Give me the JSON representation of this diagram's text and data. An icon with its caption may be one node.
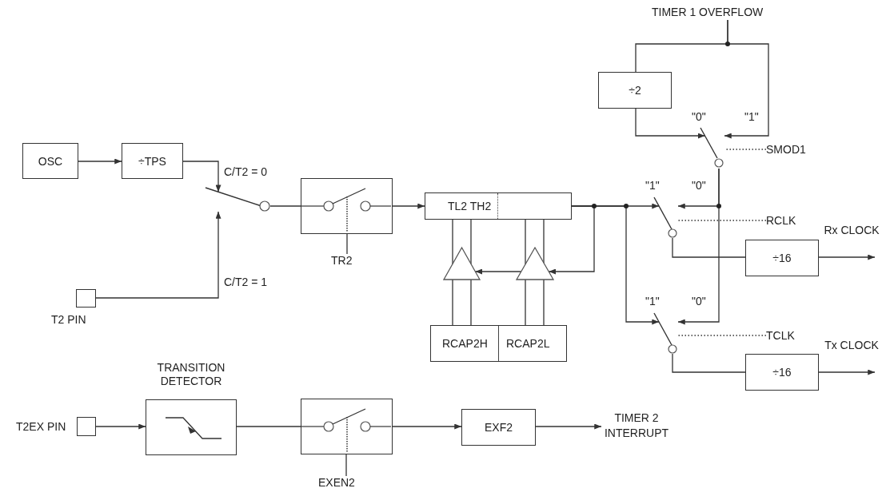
{
  "diagram": {
    "nodes": [
      {
        "text": [
          "OSC"
        ]
      },
      {
        "text": [
          "÷TPS"
        ]
      },
      {
        "text": [
          "T2 PIN"
        ]
      },
      {
        "text": [],
        "shape": "switch"
      },
      {
        "text": [],
        "shape": "box"
      },
      {
        "text": [
          "TR2"
        ]
      },
      {
        "text": [
          "TL2 TH2"
        ]
      },
      {
        "text": [],
        "shape": "triangle"
      },
      {
        "text": [],
        "shape": "triangle"
      },
      {
        "text": [
          "RCAP2H",
          "RCAP2L"
        ]
      },
      {
        "text": [
          "TIMER 1 OVERFLOW"
        ]
      },
      {
        "text": [
          "÷2"
        ]
      },
      {
        "text": [],
        "shape": "switch"
      },
      {
        "text": [
          "SMOD1"
        ]
      },
      {
        "text": [],
        "shape": "switch"
      },
      {
        "text": [
          "RCLK"
        ]
      },
      {
        "text": [],
        "shape": "switch"
      },
      {
        "text": [
          "TCLK"
        ]
      },
      {
        "text": [
          "÷16"
        ]
      },
      {
        "text": [
          "÷16"
        ]
      },
      {
        "text": [
          "T2EX PIN"
        ]
      },
      {
        "text": [
          "TRANSITION DETECTOR"
        ]
      },
      {
        "text": [],
        "shape": "box"
      },
      {
        "text": [
          "EXEN2"
        ]
      },
      {
        "text": [
          "EXF2"
        ]
      },
      {
        "text": [
          "TIMER 2 INTERRUPT"
        ]
      }
    ],
    "edges": [
      {
        "from": 0,
        "to": 1,
        "arrow": "to"
      },
      {
        "from": 1,
        "to": 3,
        "arrow": "to",
        "label": "C/T2 = 0"
      },
      {
        "from": 2,
        "to": 3,
        "arrow": "to",
        "label": "C/T2 = 1"
      },
      {
        "from": 3,
        "to": 4,
        "arrow": "none"
      },
      {
        "from": 5,
        "to": 4,
        "arrow": "none"
      },
      {
        "from": 4,
        "to": 6,
        "arrow": "to"
      },
      {
        "from": 6,
        "to": 8,
        "arrow": "to"
      },
      {
        "from": 8,
        "to": 7,
        "arrow": "to"
      },
      {
        "from": 9,
        "to": 7,
        "arrow": "none"
      },
      {
        "from": 9,
        "to": 7,
        "arrow": "none"
      },
      {
        "from": 7,
        "to": 6,
        "arrow": "none"
      },
      {
        "from": 7,
        "to": 6,
        "arrow": "none"
      },
      {
        "from": 9,
        "to": 8,
        "arrow": "none"
      },
      {
        "from": 9,
        "to": 8,
        "arrow": "none"
      },
      {
        "from": 8,
        "to": 6,
        "arrow": "none"
      },
      {
        "from": 8,
        "to": 6,
        "arrow": "none"
      },
      {
        "from": 10,
        "to": 11,
        "arrow": "none"
      },
      {
        "from": 10,
        "to": 12,
        "arrow": "to",
        "label": "\"1\""
      },
      {
        "from": 11,
        "to": 12,
        "arrow": "to",
        "label": "\"0\""
      },
      {
        "from": 13,
        "to": 12,
        "arrow": "none",
        "style": "dashed"
      },
      {
        "from": 6,
        "to": 14,
        "arrow": "to",
        "label": "\"1\""
      },
      {
        "from": 12,
        "to": 14,
        "arrow": "to",
        "label": "\"0\""
      },
      {
        "from": 15,
        "to": 14,
        "arrow": "none",
        "style": "dashed"
      },
      {
        "from": 6,
        "to": 16,
        "arrow": "to",
        "label": "\"1\""
      },
      {
        "from": 12,
        "to": 16,
        "arrow": "to",
        "label": "\"0\""
      },
      {
        "from": 17,
        "to": 16,
        "arrow": "none",
        "style": "dashed"
      },
      {
        "from": 14,
        "to": 18,
        "arrow": "none"
      },
      {
        "from": 16,
        "to": 19,
        "arrow": "none"
      },
      {
        "from": 18,
        "to": null,
        "arrow": "to"
      },
      {
        "from": 19,
        "to": null,
        "arrow": "to"
      },
      {
        "from": 20,
        "to": 21,
        "arrow": "to"
      },
      {
        "from": 21,
        "to": 22,
        "arrow": "none"
      },
      {
        "from": 23,
        "to": 22,
        "arrow": "none"
      },
      {
        "from": 22,
        "to": 24,
        "arrow": "to"
      },
      {
        "from": 24,
        "to": 25,
        "arrow": "to"
      }
    ],
    "labels": [
      "Rx CLOCK",
      "Tx CLOCK"
    ]
  }
}
